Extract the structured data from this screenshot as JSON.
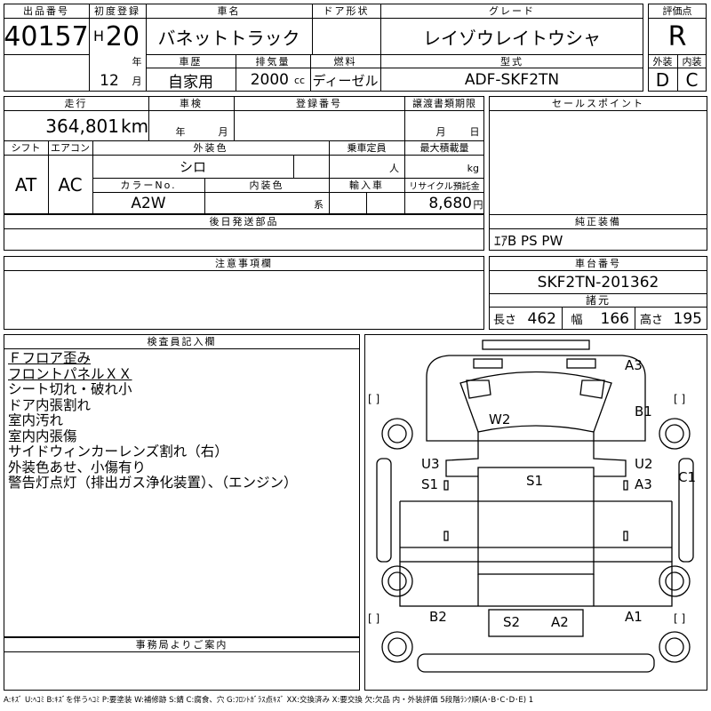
{
  "header": {
    "lot_label": "出品番号",
    "lot_no": "40157",
    "first_reg_label": "初度登録",
    "era": "H",
    "year_no": "20",
    "year_unit": "年",
    "car_name_label": "車名",
    "car_name": "バネットトラック",
    "door_label": "ドア形状",
    "door": "",
    "grade_label": "グレード",
    "grade": "レイゾウレイトウシャ",
    "score_label": "評価点",
    "score": "R",
    "history_label": "車歴",
    "history": "自家用",
    "month_no": "12",
    "month_unit": "月",
    "displacement_label": "排気量",
    "displacement": "2000",
    "displacement_unit": "cc",
    "fuel_label": "燃料",
    "fuel": "ディーゼル",
    "model_label": "型式",
    "model": "ADF-SKF2TN",
    "exterior_label": "外装",
    "exterior_grade": "D",
    "interior_label": "内装",
    "interior_grade": "C"
  },
  "details": {
    "mileage_label": "走行",
    "mileage": "364,801",
    "mileage_unit": "km",
    "inspection_label": "車検",
    "inspection_year_unit": "年",
    "inspection_month_unit": "月",
    "reg_no_label": "登録番号",
    "reg_no": "",
    "transfer_label": "譲渡書類期限",
    "transfer_month_unit": "月",
    "transfer_day_unit": "日",
    "shift_label": "シフト",
    "shift": "AT",
    "ac_label": "エアコン",
    "ac": "AC",
    "color_label": "外装色",
    "color": "シロ",
    "capacity_label": "乗車定員",
    "capacity_unit": "人",
    "load_label": "最大積載量",
    "load_unit": "kg",
    "color_no_label": "カラーNo.",
    "color_no": "A2W",
    "interior_color_label": "内装色",
    "interior_color_unit": "系",
    "import_label": "輸入車",
    "recycle_label": "リサイクル預託金",
    "recycle": "8,680",
    "recycle_unit": "円",
    "parts_label": "後日発送部品",
    "parts": ""
  },
  "sales": {
    "label": "セールスポイント",
    "text": "",
    "equip_label": "純正装備",
    "equip": "ｴｱB PS PW"
  },
  "caution": {
    "label": "注意事項欄",
    "text": ""
  },
  "chassis": {
    "label": "車台番号",
    "number": "SKF2TN-201362",
    "dims_label": "諸元",
    "length_label": "長さ",
    "length": "462",
    "width_label": "幅",
    "width": "166",
    "height_label": "高さ",
    "height": "195"
  },
  "inspector": {
    "label": "検査員記入欄",
    "notes": [
      "Ｆフロア歪み",
      "フロントパネルＸＸ",
      "シート切れ・破れ小",
      "ドア内張割れ",
      "室内汚れ",
      "室内内張傷",
      "サイドウィンカーレンズ割れ（右）",
      "外装色あせ、小傷有り",
      "警告灯点灯（排出ガス浄化装置）、（エンジン）"
    ]
  },
  "office": {
    "label": "事務局よりご案内",
    "text": ""
  },
  "diagram": {
    "marks": [
      "A3",
      "B1",
      "W2",
      "U3",
      "S1",
      "S1",
      "U2",
      "A3",
      "C1",
      "B2",
      "S2",
      "A2",
      "A1"
    ],
    "bracket": "[ ]"
  },
  "legend": "A:ｷｽﾞ U:ﾍｺﾐ B:ｷｽﾞを伴うﾍｺﾐ P:要塗装 W:補修跡 S:錆 C:腐食、穴 G:ﾌﾛﾝﾄｶﾞﾗｽ点ｷｽﾞ XX:交換済み X:要交換 欠:欠品 内・外装評価 5段階ﾗﾝｸ順(A･B･C･D･E) 1"
}
